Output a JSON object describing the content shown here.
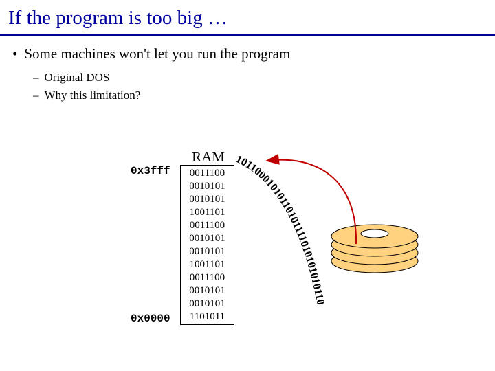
{
  "title": "If the program is too big …",
  "bullet": "Some machines won't let you run the program",
  "subbullets": [
    "Original DOS",
    "Why this limitation?"
  ],
  "ram": {
    "label": "RAM",
    "top_address": "0x3fff",
    "bottom_address": "0x0000",
    "rows": [
      "0011100",
      "0010101",
      "0010101",
      "1001101",
      "0011100",
      "0010101",
      "0010101",
      "1001101",
      "0011100",
      "0010101",
      "0010101",
      "1101011"
    ]
  },
  "binary_stream": "10110001010110101111010101010110",
  "colors": {
    "title": "#00009e",
    "arrow": "#c00000",
    "disk_fill": "#ffd27f"
  }
}
